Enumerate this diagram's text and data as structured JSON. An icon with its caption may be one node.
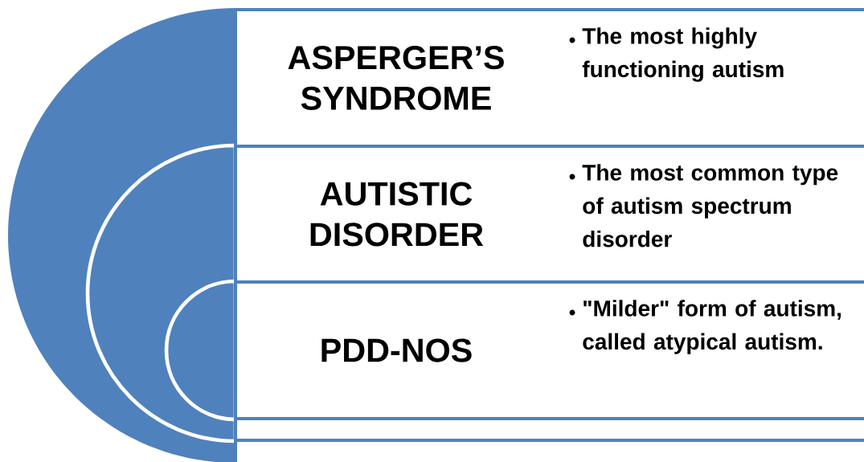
{
  "diagram": {
    "nodes": [
      {
        "text": [
          "ASPERGER’S SYNDROME",
          "The most highly functioning autism"
        ]
      },
      {
        "text": [
          "AUTISTIC DISORDER",
          "The most common type of autism spectrum disorder"
        ]
      },
      {
        "text": [
          "PDD-NOS",
          "\"Milder\" form of autism, called atypical autism."
        ]
      }
    ]
  }
}
